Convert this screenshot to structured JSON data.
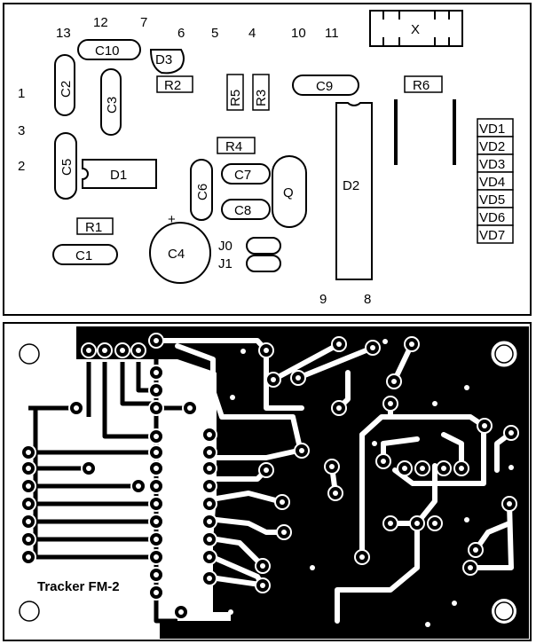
{
  "silkscreen": {
    "pin_labels": {
      "p13": "13",
      "p12": "12",
      "p7": "7",
      "p6": "6",
      "p5": "5",
      "p4": "4",
      "p10": "10",
      "p11": "11",
      "p1": "1",
      "p3": "3",
      "p2": "2",
      "p9": "9",
      "p8": "8"
    },
    "components": {
      "x": "X",
      "c10": "C10",
      "d3": "D3",
      "c2": "C2",
      "c3": "C3",
      "r2": "R2",
      "r5": "R5",
      "r3": "R3",
      "c9": "C9",
      "r6": "R6",
      "c5": "C5",
      "d1": "D1",
      "r4": "R4",
      "c7": "C7",
      "c6": "C6",
      "q": "Q",
      "c8": "C8",
      "d2": "D2",
      "r1": "R1",
      "c1": "C1",
      "c4": "C4",
      "c4_plus": "+",
      "j0": "J0",
      "j1": "J1"
    },
    "vd_labels": [
      "VD1",
      "VD2",
      "VD3",
      "VD4",
      "VD5",
      "VD6",
      "VD7"
    ]
  },
  "pcb": {
    "title": "Tracker FM-2"
  },
  "colors": {
    "ink": "#000000",
    "paper": "#ffffff"
  }
}
